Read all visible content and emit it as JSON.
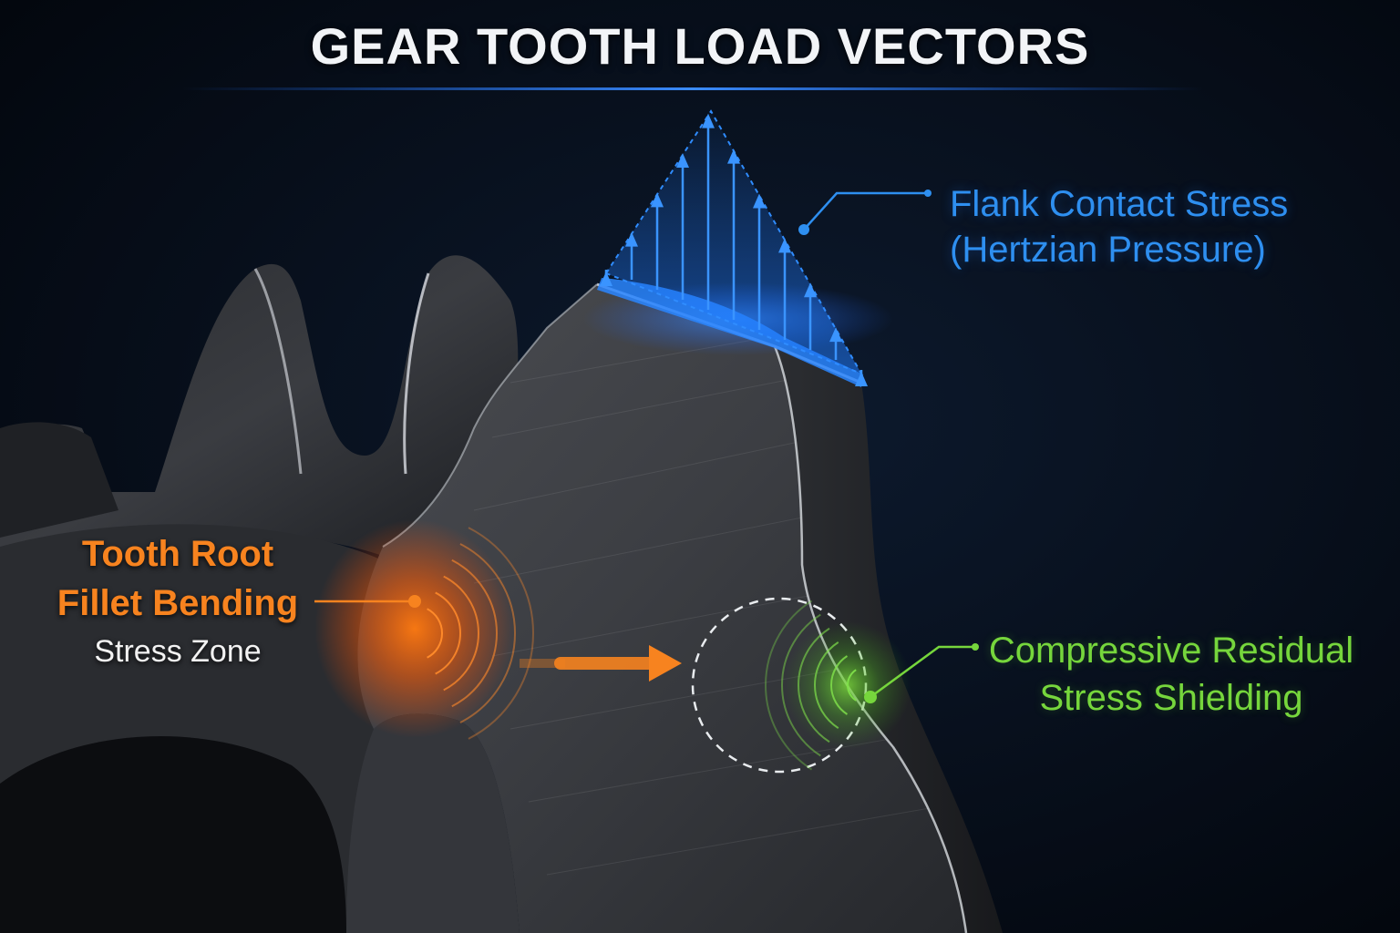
{
  "title": "GEAR TOOTH LOAD VECTORS",
  "labels": {
    "flank_line1": "Flank Contact Stress",
    "flank_line2": "(Hertzian Pressure)",
    "root_line1": "Tooth Root",
    "root_line2": "Fillet Bending",
    "root_line3": "Stress Zone",
    "residual_line1": "Compressive Residual",
    "residual_line2": "Stress Shielding"
  },
  "colors": {
    "background": "#050a14",
    "title": "#f2f4f7",
    "contact_blue": "#2e8ff0",
    "bending_orange": "#f7831f",
    "residual_green": "#76d63c",
    "gear_steel": "#3a3c40"
  }
}
